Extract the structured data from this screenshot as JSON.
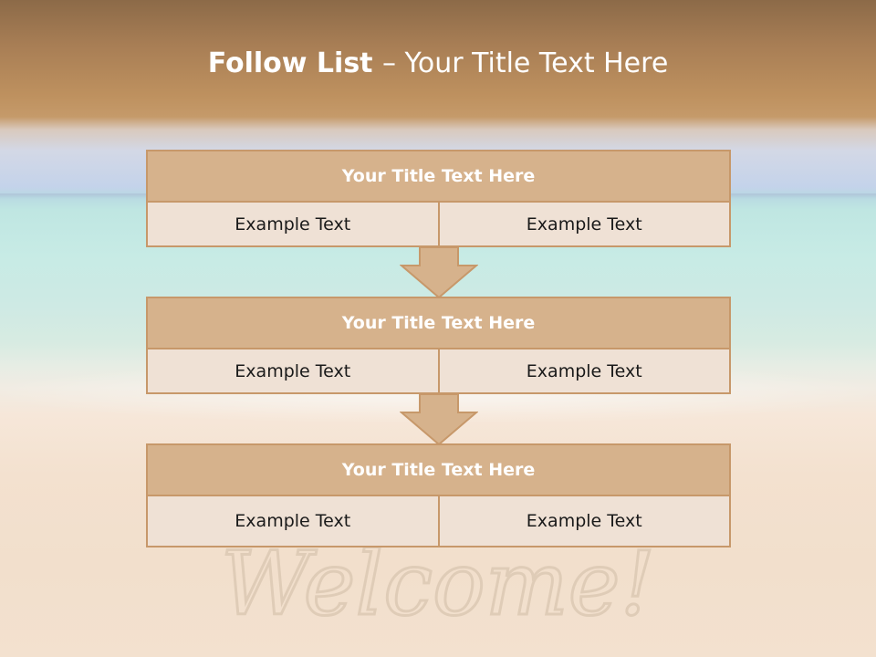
{
  "slide": {
    "title_bold": "Follow List ",
    "title_rest": " – Your Title Text Here"
  },
  "steps": [
    {
      "title": "Your Title Text Here",
      "left": "Example Text",
      "right": "Example Text"
    },
    {
      "title": "Your Title Text Here",
      "left": "Example Text",
      "right": "Example Text"
    },
    {
      "title": "Your Title Text Here",
      "left": "Example Text",
      "right": "Example Text"
    }
  ],
  "background": {
    "sand_writing": "Welcome!"
  },
  "colors": {
    "box_title": "#d6b28c",
    "box_border": "#c7986a",
    "box_row": "#efe1d5",
    "arrow_fill": "#d6b28c",
    "title_text": "#ffffff"
  }
}
